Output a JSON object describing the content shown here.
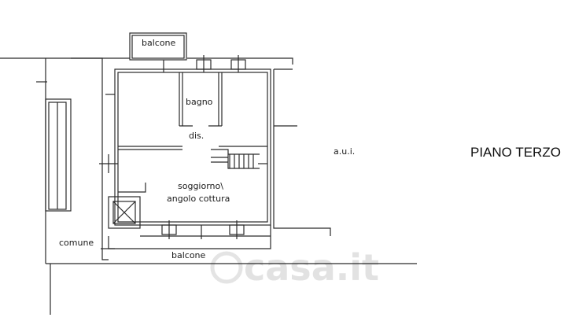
{
  "floor_title": "PIANO TERZO",
  "labels": {
    "balcone_top": "balcone",
    "bagno": "bagno",
    "dis": "dis.",
    "aui": "a.u.i.",
    "soggiorno": "soggiorno\\",
    "angolo_cottura": "angolo cottura",
    "comune": "comune",
    "balcone_bottom": "balcone"
  },
  "watermark": "casa.it",
  "colors": {
    "line": "#2a2a2a",
    "watermark": "#e2e2e2"
  }
}
